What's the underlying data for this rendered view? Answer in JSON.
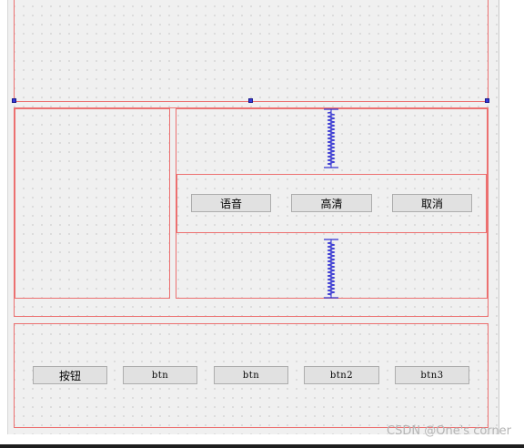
{
  "form": {
    "buttons_right": [
      {
        "label": "语音"
      },
      {
        "label": "高清"
      },
      {
        "label": "取消"
      }
    ],
    "buttons_bottom": [
      {
        "label": "按钮"
      },
      {
        "label": "btn"
      },
      {
        "label": "btn"
      },
      {
        "label": "btn2"
      },
      {
        "label": "btn3"
      }
    ]
  },
  "watermark": "CSDN @One's corner",
  "colors": {
    "layout_border": "#ec7070",
    "selection_handle": "#3838d6",
    "spacer": "#2a2ad0",
    "canvas_bg": "#f0f0f0"
  }
}
